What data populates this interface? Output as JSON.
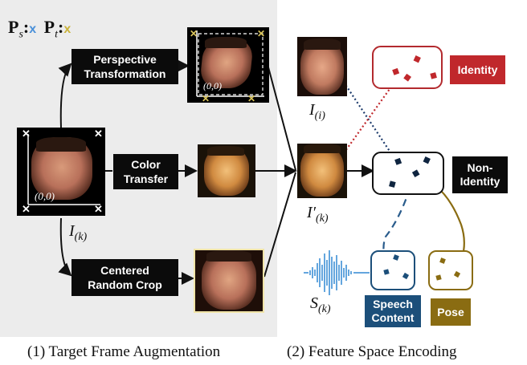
{
  "legend": {
    "ps": "P",
    "ps_sub": "s",
    "pt": "P",
    "pt_sub": "t",
    "ps_marker": "x",
    "pt_marker": "x"
  },
  "boxes": {
    "perspective": "Perspective\nTransformation",
    "color": "Color\nTransfer",
    "crop": "Centered\nRandom Crop",
    "identity": "Identity",
    "nonidentity": "Non-\nIdentity",
    "speech": "Speech\nContent",
    "pose": "Pose"
  },
  "labels": {
    "origin_main": "(0,0)",
    "origin_persp": "(0,0)",
    "ik": "I",
    "ik_sub": "(k)",
    "ii": "I",
    "ii_sub": "(i)",
    "ipk": "I′",
    "ipk_sub": "(k)",
    "sk": "S",
    "sk_sub": "(k)"
  },
  "captions": {
    "left": "(1) Target Frame Augmentation",
    "right": "(2) Feature Space Encoding"
  },
  "colors": {
    "panel_bg": "#ececec",
    "identity": "#c0282c",
    "speech": "#1c4f7a",
    "pose": "#8a6c12",
    "navy_marker": "#0f2540",
    "audio": "#3d8fd6"
  }
}
